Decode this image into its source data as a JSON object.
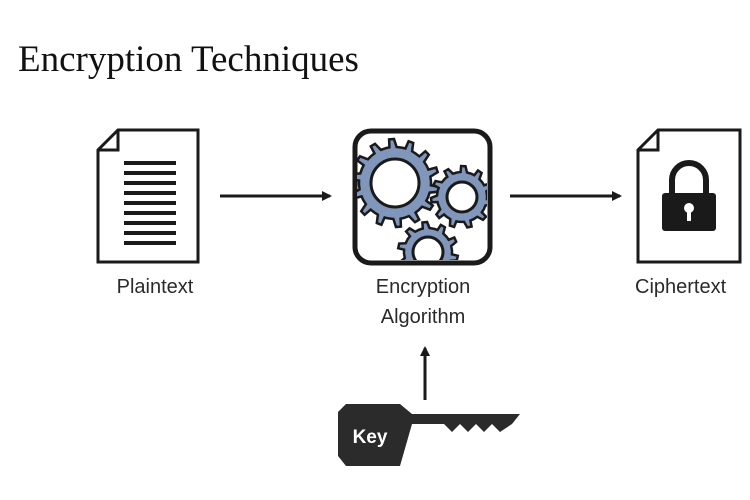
{
  "title": "Encryption Techniques",
  "nodes": {
    "plaintext": {
      "label": "Plaintext",
      "icon": "document-icon"
    },
    "algorithm": {
      "label_line1": "Encryption",
      "label_line2": "Algorithm",
      "icon": "gears-icon"
    },
    "ciphertext": {
      "label": "Ciphertext",
      "icon": "locked-document-icon"
    },
    "key": {
      "label": "Key",
      "icon": "key-icon"
    }
  },
  "colors": {
    "gear_fill": "#8096bb",
    "outline": "#1a1a1a",
    "key_fill": "#2b2b2b"
  }
}
